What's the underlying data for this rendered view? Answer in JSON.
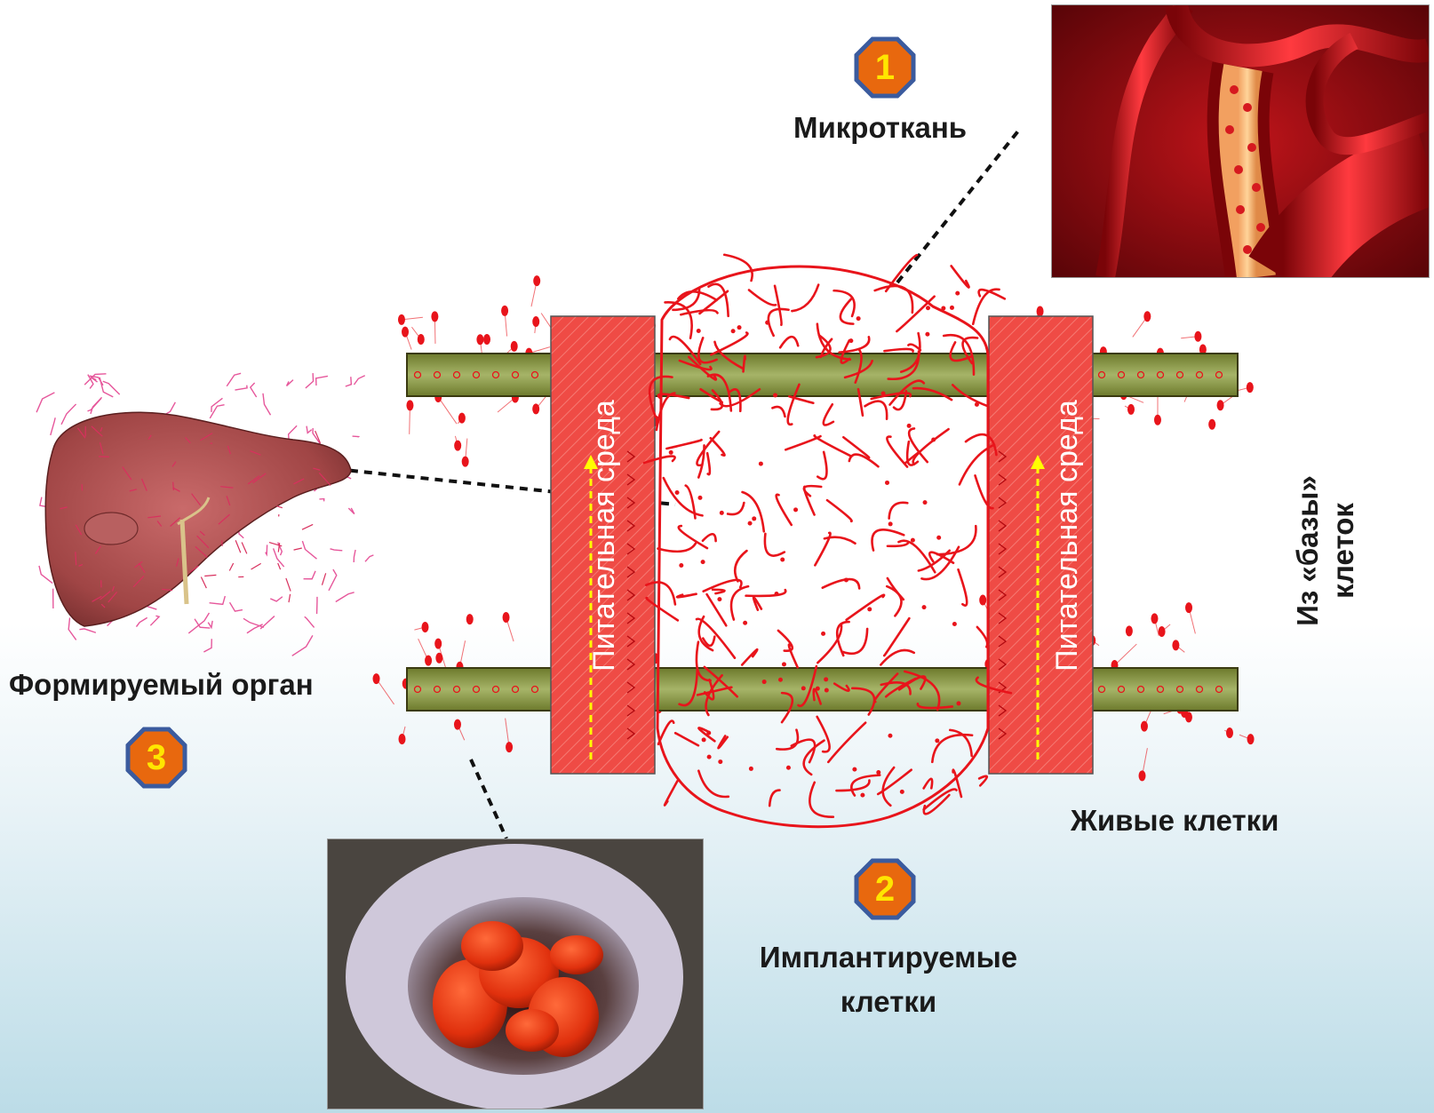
{
  "labels": {
    "microtissue": "Микроткань",
    "implanted_cells": "Имплантируемые клетки",
    "forming_organ": "Формируемый орган",
    "living_cells": "Живые клетки",
    "from_cell_base": "Из «базы» клеток",
    "nutrient_medium": "Питательная среда"
  },
  "badges": {
    "b1": "1",
    "b2": "2",
    "b3": "3"
  },
  "colors": {
    "vessel": "#e8141b",
    "channel": "#f0504a",
    "badge_fill": "#e8680e",
    "badge_border": "#3b5b9e",
    "olive_band": "#8c9a44",
    "arrow": "#ffff00"
  },
  "icons": {
    "liver": "liver-illustration",
    "blood_vessels": "blood-vessel-render",
    "red_cells": "red-blood-cells-micrograph"
  }
}
